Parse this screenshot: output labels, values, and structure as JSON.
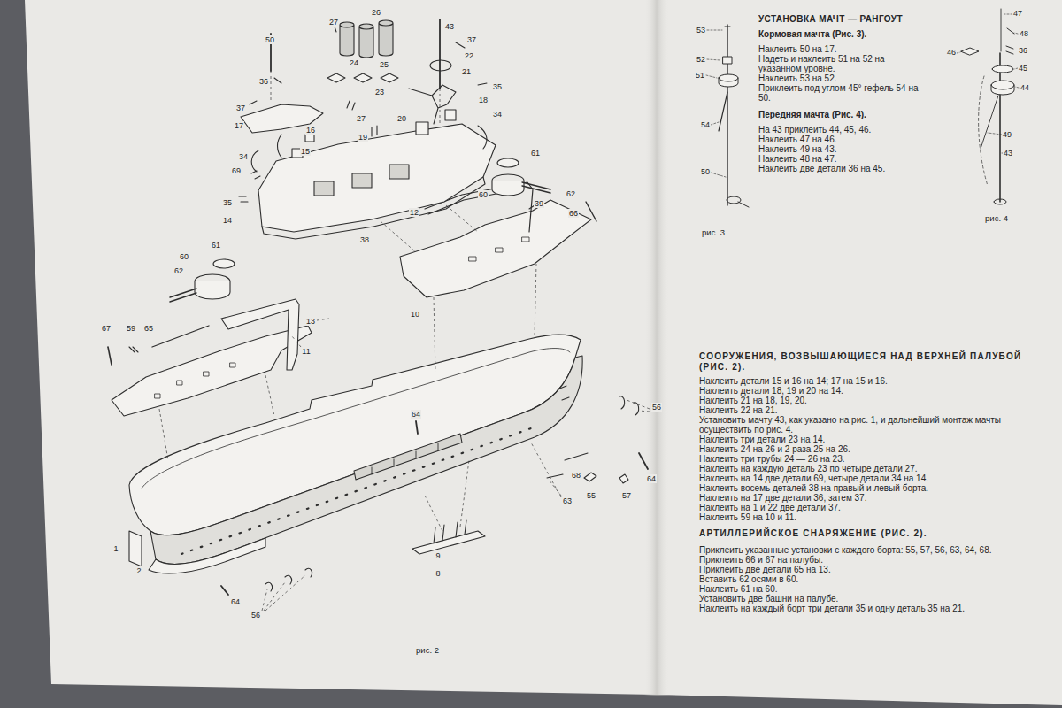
{
  "diagram": {
    "labels": [
      "50",
      "27",
      "26",
      "43",
      "37",
      "22",
      "36",
      "24",
      "25",
      "21",
      "35",
      "37",
      "23",
      "27",
      "20",
      "18",
      "34",
      "17",
      "16",
      "19",
      "15",
      "34",
      "69",
      "35",
      "14",
      "38",
      "61",
      "60",
      "62",
      "39",
      "66",
      "12",
      "10",
      "60",
      "61",
      "62",
      "67",
      "59",
      "65",
      "13",
      "11",
      "64",
      "56",
      "68",
      "55",
      "57",
      "64",
      "63",
      "1",
      "2",
      "9",
      "8",
      "64",
      "56",
      "рис. 2",
      "53",
      "52",
      "51",
      "54",
      "50",
      "рис. 3",
      "47",
      "48",
      "46",
      "36",
      "45",
      "44",
      "49",
      "43",
      "рис. 4",
      "УСТАНОВКА МАЧТ — РАНГОУТ",
      "Кормовая мачта (Рис. 3).",
      "Наклеить 50 на 17.",
      "Надеть и наклеить 51 на 52 на указанном уровне.",
      "Наклеить 53 на 52.",
      "Приклеить под углом 45° гефель 54 на 50.",
      "Передняя мачта (Рис. 4).",
      "На 43 приклеить 44, 45, 46.",
      "Наклеить 47 на 46.",
      "Наклеить 49 на 43.",
      "Наклеить 48 на 47.",
      "Наклеить две детали 36 на 45.",
      "СООРУЖЕНИЯ, ВОЗВЫШАЮЩИЕСЯ НАД ВЕРХНЕЙ ПАЛУБОЙ (РИС. 2).",
      "Наклеить детали 15 и 16 на 14; 17 на 15 и 16.",
      "Наклеить детали 18, 19 и 20 на 14.",
      "Наклеить 21 на 18, 19, 20.",
      "Наклеить 22 на 21.",
      "Установить мачту 43, как указано на рис. 1, и дальнейший монтаж мачты осуществить по рис. 4.",
      "Наклеить три детали 23 на 14.",
      "Наклеить 24 на 26 и 2 раза 25 на 26.",
      "Наклеить три трубы 24 — 26 на 23.",
      "Наклеить на каждую деталь 23 по четыре детали 27.",
      "Наклеить на 14 две детали 69, четыре детали 34 на 14.",
      "Наклеить восемь деталей 38 на правый и левый борта.",
      "Наклеить на 17 две детали 36, затем 37.",
      "Наклеить на 1 и 22 две детали 37.",
      "Наклеить 59 на 10 и 11.",
      "АРТИЛЛЕРИЙСКОЕ СНАРЯЖЕНИЕ (РИС. 2).",
      "Приклеить указанные установки с каждого борта: 55, 57, 56, 63, 64, 68.",
      "Приклеить 66 и 67 на палубы.",
      "Приклеить две детали 65 на 13.",
      "Вставить 62 осями в 60.",
      "Наклеить 61 на 60.",
      "Установить две башни на палубе.",
      "Наклеить на каждый борт три детали 35 и одну деталь 35 на 21."
    ]
  }
}
